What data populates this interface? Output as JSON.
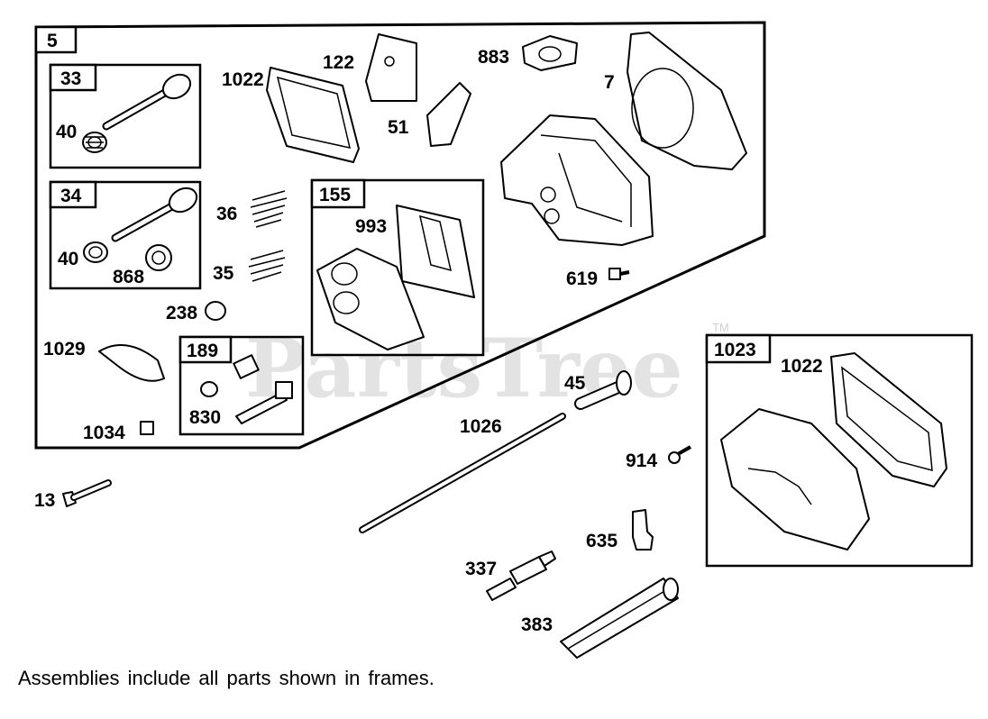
{
  "watermark": {
    "text": "PartsTree",
    "tm": "TM"
  },
  "note": "Assemblies include all parts shown in frames.",
  "frames": {
    "f5": "5",
    "f33": "33",
    "f34": "34",
    "f155": "155",
    "f189": "189",
    "f1023": "1023"
  },
  "parts": {
    "p40a": "40",
    "p40b": "40",
    "p868": "868",
    "p36": "36",
    "p35": "35",
    "p238": "238",
    "p1029": "1029",
    "p1034": "1034",
    "p830": "830",
    "p1022a": "1022",
    "p122": "122",
    "p51": "51",
    "p883": "883",
    "p7": "7",
    "p993": "993",
    "p619": "619",
    "p45": "45",
    "p1026": "1026",
    "p914": "914",
    "p635": "635",
    "p337": "337",
    "p383": "383",
    "p13": "13",
    "p1022b": "1022"
  }
}
